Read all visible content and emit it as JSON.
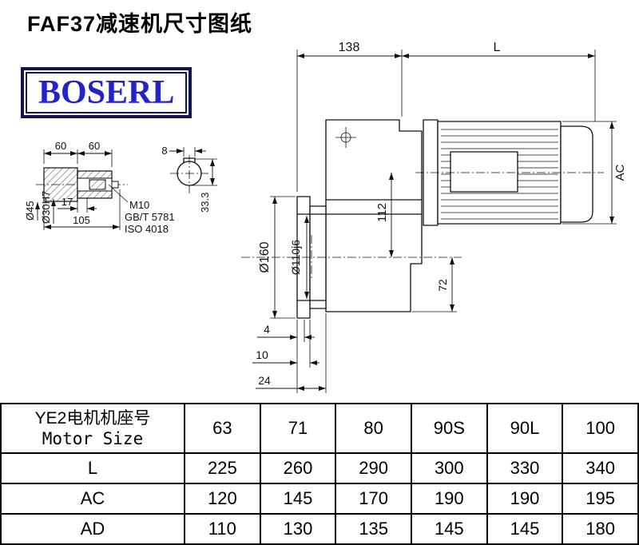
{
  "page": {
    "title": "FAF37减速机尺寸图纸",
    "logo_text": "BOSERL"
  },
  "drawing": {
    "top_dims": {
      "adapter_width": "138",
      "motor_length": "L"
    },
    "motor": {
      "diameter_label": "AC"
    },
    "gear": {
      "axis_distance": "112",
      "foot_height": "72"
    },
    "flange": {
      "outer_dia": "Ø160",
      "spigot_dia": "Ø110j6"
    },
    "bottom_dims": {
      "d4": "4",
      "d10": "10",
      "d24": "24"
    },
    "shaft": {
      "len1": "60",
      "len2": "60",
      "dia_outer": "Ø45",
      "dia_bore": "Ø30H7",
      "key_len": "17",
      "total_len": "105",
      "thread": "M10",
      "std_gb": "GB/T 5781",
      "std_iso": "ISO 4018"
    },
    "key_section": {
      "key_width": "8",
      "key_height": "33.3"
    }
  },
  "table": {
    "header_cn": "YE2电机机座号",
    "header_en": "Motor Size",
    "sizes": [
      "63",
      "71",
      "80",
      "90S",
      "90L",
      "100"
    ],
    "rows": [
      {
        "label": "L",
        "values": [
          "225",
          "260",
          "290",
          "300",
          "330",
          "340"
        ]
      },
      {
        "label": "AC",
        "values": [
          "120",
          "145",
          "170",
          "190",
          "190",
          "195"
        ]
      },
      {
        "label": "AD",
        "values": [
          "110",
          "130",
          "135",
          "145",
          "145",
          "180"
        ]
      }
    ]
  }
}
